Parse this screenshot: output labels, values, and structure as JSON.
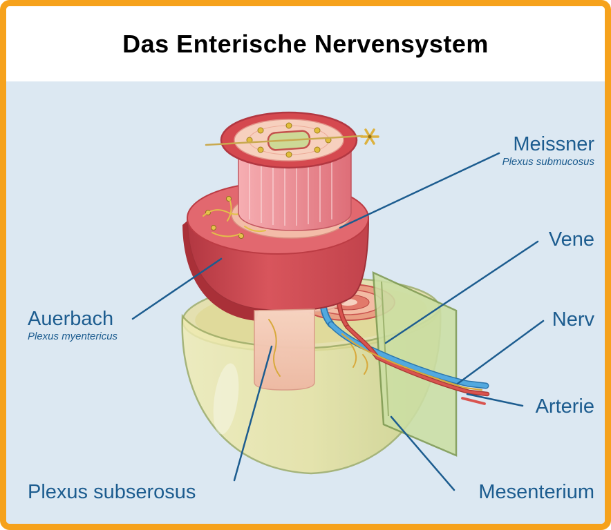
{
  "title": "Das Enterische Nervensystem",
  "diagram": {
    "labels": {
      "meissner": {
        "text": "Meissner",
        "sub": "Plexus submucosus"
      },
      "vene": {
        "text": "Vene"
      },
      "nerv": {
        "text": "Nerv"
      },
      "arterie": {
        "text": "Arterie"
      },
      "mesenterium": {
        "text": "Mesenterium"
      },
      "auerbach": {
        "text": "Auerbach",
        "sub": "Plexus myentericus"
      },
      "plexus_subserosus": {
        "text": "Plexus subserosus"
      }
    },
    "colors": {
      "frame": "#F6A21C",
      "header_bg": "#FFFFFF",
      "title_color": "#000000",
      "canvas_bg": "#DCE8F2",
      "label_color": "#1C5C8F",
      "leader_line": "#1C5C8F",
      "muscle_red": "#D5494F",
      "mucosa_pink": "#F6CDB9",
      "serosa_yellow": "#E9E5A6",
      "mesentery_green": "#CCDFA4",
      "vein_blue": "#52A9DF",
      "artery_red": "#D9534F",
      "nerve_yellow": "#D8A93C"
    }
  }
}
